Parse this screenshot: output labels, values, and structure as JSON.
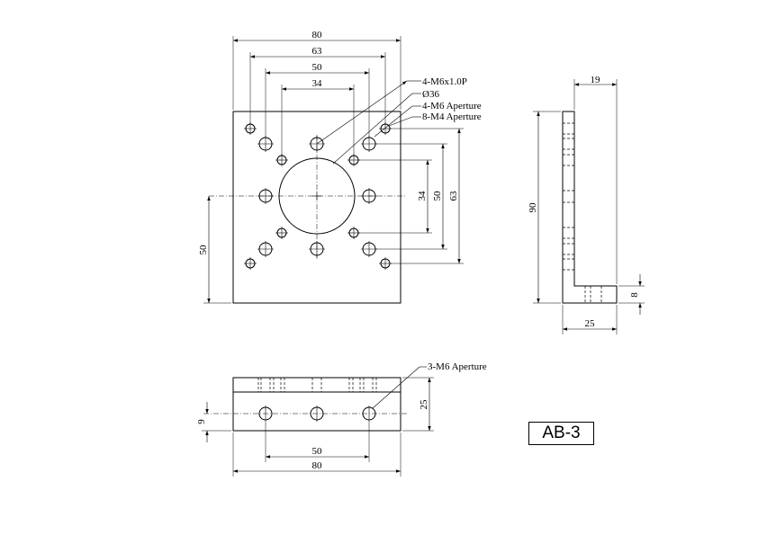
{
  "drawing_id": "AB-3",
  "front_view": {
    "dim_width_80": "80",
    "dim_63": "63",
    "dim_50": "50",
    "dim_34": "34",
    "dim_v_34": "34",
    "dim_v_50": "50",
    "dim_v_63": "63",
    "dim_v_height_50": "50"
  },
  "callouts": {
    "m6_thread": "4-M6x1.0P",
    "bore": "Ø36",
    "m6_aperture": "4-M6 Aperture",
    "m4_aperture": "8-M4 Aperture"
  },
  "side_view": {
    "dim_19": "19",
    "dim_90": "90",
    "dim_8": "8",
    "dim_25": "25"
  },
  "bottom_view": {
    "callout": "3-M6 Aperture",
    "dim_25": "25",
    "dim_9": "9",
    "dim_50": "50",
    "dim_80": "80"
  }
}
